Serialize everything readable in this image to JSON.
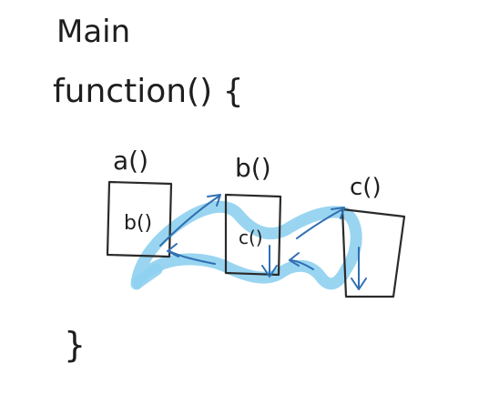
{
  "heading": "Main",
  "function_open": "function() {",
  "function_close": "}",
  "boxes": [
    {
      "label": "a()",
      "inner": "b()"
    },
    {
      "label": "b()",
      "inner": "c()"
    },
    {
      "label": "c()",
      "inner": ""
    }
  ],
  "colors": {
    "ink": "#1e1e1e",
    "highlight": "#8ed0ef",
    "arrow": "#2f6fb3"
  }
}
